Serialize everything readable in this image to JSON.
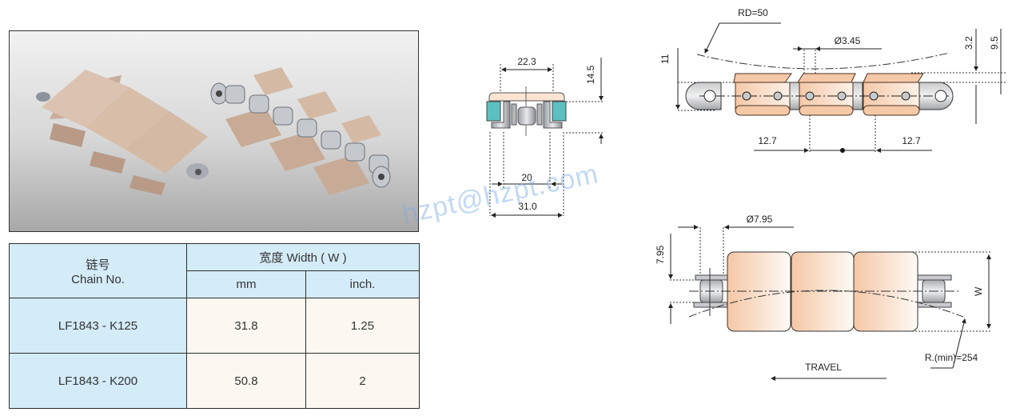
{
  "photo": {
    "alt": "Side-flex plastic top chain product photo: assembled chain (left) and underside showing steel roller links (right)"
  },
  "table": {
    "chain_no_cn": "链号",
    "chain_no_en": "Chain No.",
    "width_header": "宽度  Width ( W )",
    "unit_mm": "mm",
    "unit_inch": "inch.",
    "rows": [
      {
        "chain_no": "LF1843 - K125",
        "mm": "31.8",
        "inch": "1.25"
      },
      {
        "chain_no": "LF1843 - K200",
        "mm": "50.8",
        "inch": "2"
      }
    ]
  },
  "cross_section": {
    "top_width": "22.3",
    "height": "14.5",
    "inner_width": "20",
    "outer_width": "31.0"
  },
  "side_view": {
    "radius": "RD=50",
    "pin_diameter": "Ø3.45",
    "height_11": "11",
    "dim_3_2": "3.2",
    "dim_9_5": "9.5",
    "pitch_left": "12.7",
    "pitch_right": "12.7"
  },
  "top_view": {
    "roller_diameter": "Ø7.95",
    "dim_7_95": "7.95",
    "width_label": "W",
    "min_radius": "R.(min)=254",
    "travel_label": "TRAVEL"
  },
  "watermark": "hzpt@hzpt.com",
  "colors": {
    "header_bg": "#d4ebf8",
    "value_bg": "#fcf8f1",
    "plate_color": "#f5c9a8",
    "teal": "#5cc0c0",
    "watermark": "#8db8e8"
  }
}
